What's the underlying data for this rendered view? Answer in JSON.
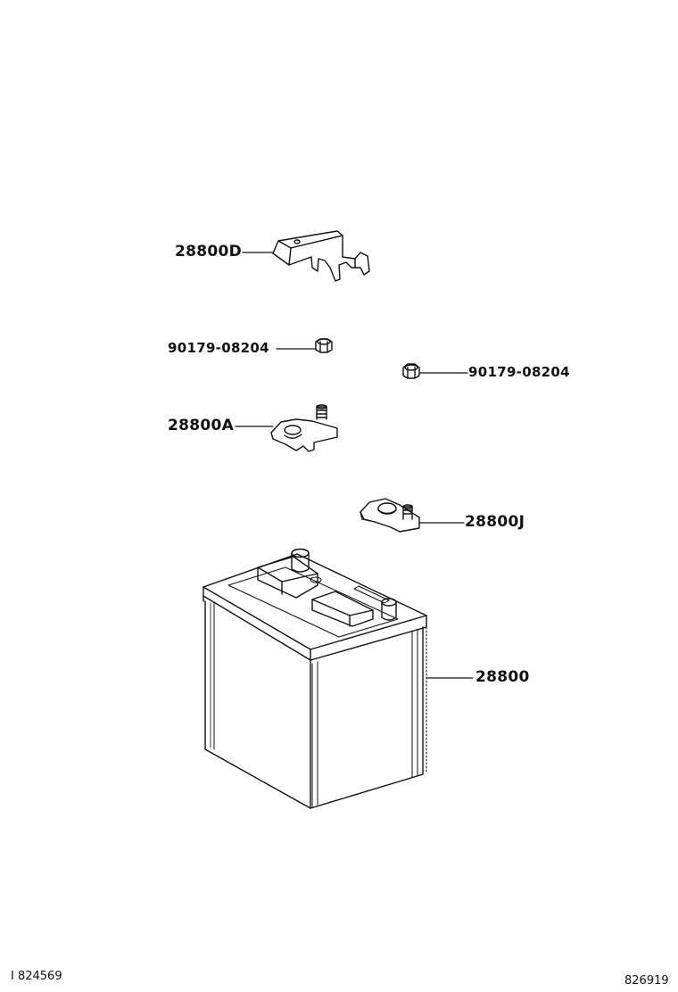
{
  "callouts": {
    "bracket": "28800D",
    "nut_left": "90179-08204",
    "nut_right": "90179-08204",
    "terminal_a": "28800A",
    "terminal_j": "28800J",
    "battery": "28800"
  },
  "footer": {
    "left_code": "I 824569",
    "right_code": "826919"
  }
}
